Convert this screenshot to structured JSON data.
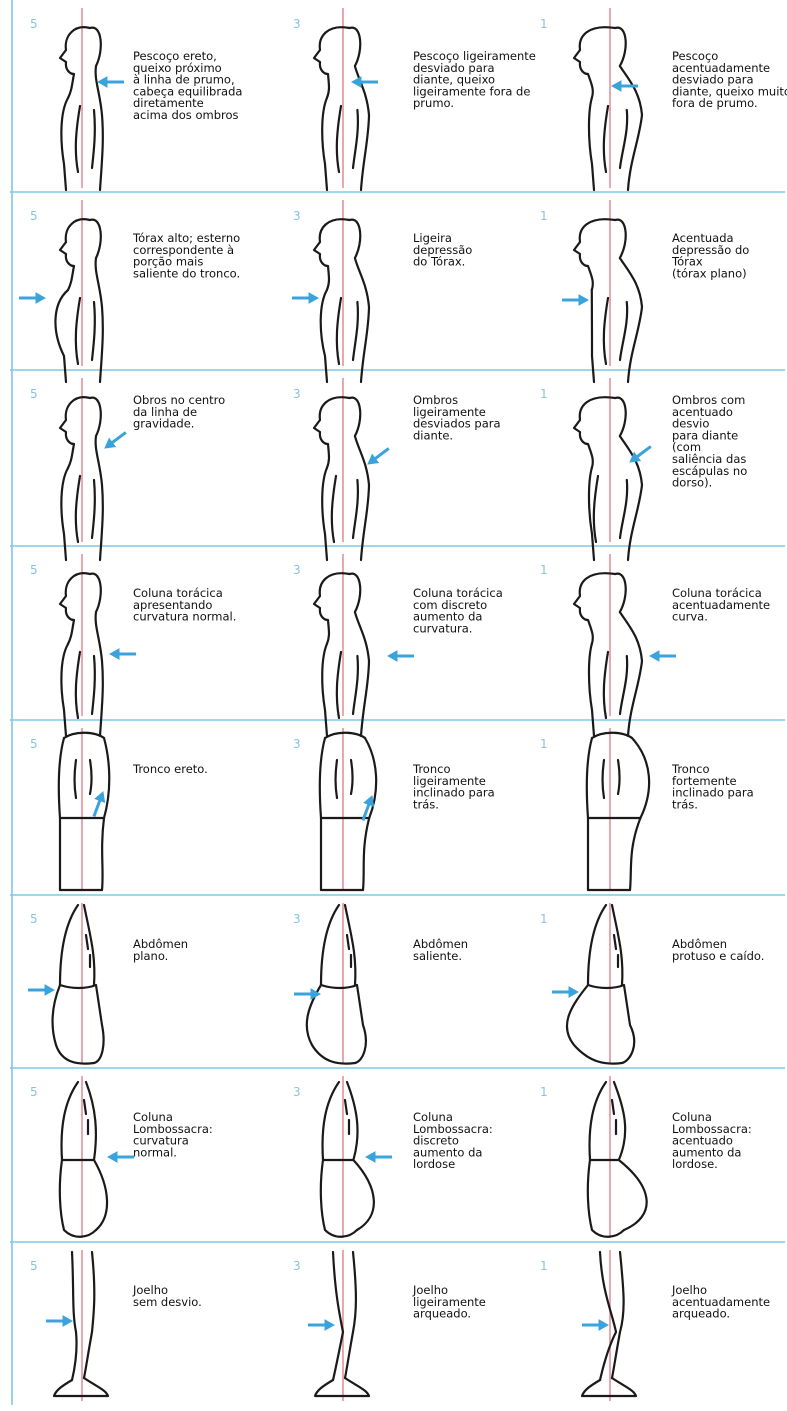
{
  "colors": {
    "arrow": "#3ba3dc",
    "plumb_line": "#e8909a",
    "row_separator": "#7ec8e8",
    "score_digit": "#86c4e0"
  },
  "columns": [
    {
      "score": "5"
    },
    {
      "score": "3"
    },
    {
      "score": "1"
    }
  ],
  "rows": [
    {
      "region": "neck",
      "cells": [
        {
          "lines": [
            "Pescoço ereto,",
            "queixo próximo",
            "à linha de prumo,",
            "cabeça equilibrada",
            "diretamente",
            "acima dos ombros"
          ],
          "arrow": "left"
        },
        {
          "lines": [
            "Pescoço ligeiramente",
            "desviado para",
            "diante, queixo",
            "ligeiramente fora de",
            "prumo."
          ],
          "arrow": "left"
        },
        {
          "lines": [
            "Pescoço",
            "acentuadamente",
            "desviado para",
            "diante, queixo muito",
            "fora de prumo."
          ],
          "arrow": "left"
        }
      ]
    },
    {
      "region": "chest",
      "cells": [
        {
          "lines": [
            "Tórax alto; esterno",
            "correspondente à",
            "porção mais",
            "saliente do tronco."
          ],
          "arrow": "right"
        },
        {
          "lines": [
            "Ligeira",
            "depressão",
            "do Tórax."
          ],
          "arrow": "right"
        },
        {
          "lines": [
            "Acentuada",
            "depressão do",
            "Tórax",
            "(tórax plano)"
          ],
          "arrow": "right"
        }
      ]
    },
    {
      "region": "shoulders",
      "cells": [
        {
          "lines": [
            "Obros no centro",
            "da linha de",
            "gravidade."
          ],
          "arrow": "down-left"
        },
        {
          "lines": [
            "Ombros",
            "ligeiramente",
            "desviados para",
            "diante."
          ],
          "arrow": "down-left"
        },
        {
          "lines": [
            "Ombros com",
            "acentuado",
            "desvio",
            "para diante",
            "(com",
            "saliência das",
            "escápulas no",
            "dorso)."
          ],
          "arrow": "down-left"
        }
      ]
    },
    {
      "region": "thoracic-spine",
      "cells": [
        {
          "lines": [
            "Coluna torácica",
            "apresentando",
            "curvatura normal."
          ],
          "arrow": "left"
        },
        {
          "lines": [
            "Coluna torácica",
            "com discreto",
            "aumento da",
            "curvatura."
          ],
          "arrow": "left"
        },
        {
          "lines": [
            "Coluna torácica",
            "acentuadamente",
            "curva."
          ],
          "arrow": "left"
        }
      ]
    },
    {
      "region": "trunk",
      "cells": [
        {
          "lines": [
            "Tronco ereto."
          ],
          "arrow": "up-right"
        },
        {
          "lines": [
            "Tronco",
            "ligeiramente",
            "inclinado para",
            "trás."
          ],
          "arrow": "up-right"
        },
        {
          "lines": [
            "Tronco",
            "fortemente",
            "inclinado para",
            "trás."
          ],
          "arrow": "none"
        }
      ]
    },
    {
      "region": "abdomen",
      "cells": [
        {
          "lines": [
            "Abdômen",
            "plano."
          ],
          "arrow": "right"
        },
        {
          "lines": [
            "Abdômen",
            "saliente."
          ],
          "arrow": "right"
        },
        {
          "lines": [
            "Abdômen",
            "protuso e caído."
          ],
          "arrow": "right"
        }
      ]
    },
    {
      "region": "lumbosacral-spine",
      "cells": [
        {
          "lines": [
            "Coluna",
            "Lombossacra:",
            "curvatura",
            "normal."
          ],
          "arrow": "left"
        },
        {
          "lines": [
            "Coluna",
            "Lombossacra:",
            "discreto",
            "aumento da",
            "lordose"
          ],
          "arrow": "left"
        },
        {
          "lines": [
            "Coluna",
            "Lombossacra:",
            "acentuado",
            "aumento da",
            "lordose."
          ],
          "arrow": "none"
        }
      ]
    },
    {
      "region": "knee",
      "cells": [
        {
          "lines": [
            "Joelho",
            "sem desvio."
          ],
          "arrow": "right"
        },
        {
          "lines": [
            "Joelho",
            "ligeiramente",
            "arqueado."
          ],
          "arrow": "right"
        },
        {
          "lines": [
            "Joelho",
            "acentuadamente",
            "arqueado."
          ],
          "arrow": "right"
        }
      ]
    }
  ]
}
